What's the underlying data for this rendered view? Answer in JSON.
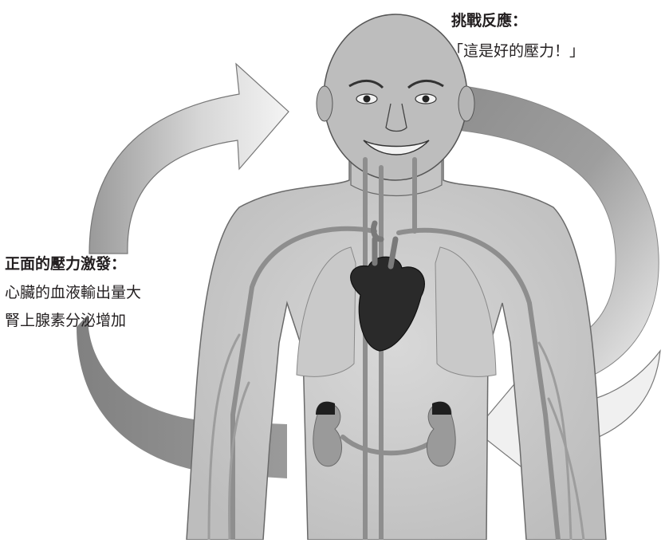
{
  "challenge_response": {
    "title": "挑戰反應：",
    "quote": "「這是好的壓力！」"
  },
  "positive_arousal": {
    "title": "正面的壓力激發：",
    "lines": [
      "心臟的血液輸出量大",
      "腎上腺素分泌增加"
    ]
  },
  "colors": {
    "body_fill": "#b9b9b9",
    "vessel": "#8a8a8a",
    "heart": "#2a2a2a",
    "arrow_dark": "#7d7d7d",
    "arrow_light": "#ececec"
  }
}
